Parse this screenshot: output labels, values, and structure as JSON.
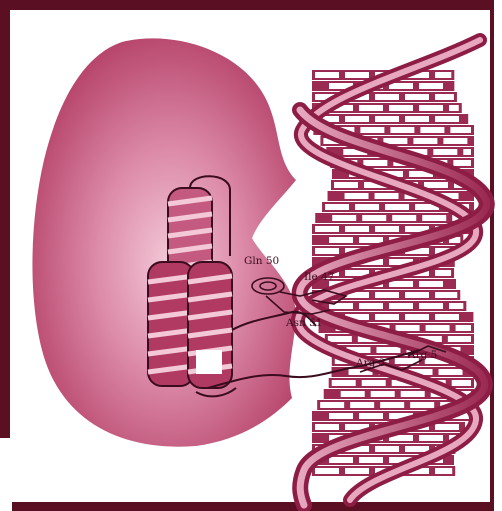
{
  "labels": {
    "gln50": "Gln 50",
    "ile47": "Ile 47",
    "asn51": "Asn 51",
    "arg3": "Arg 3",
    "arg5": "Arg 5"
  },
  "colors": {
    "frame": "#5a0f22",
    "protein_edge": "#b13a62",
    "protein_center": "#f2c6d5",
    "dna_backbone": "#8d1d45",
    "dna_backbone_light": "#e7a8bf",
    "base_pair": "#ffffff",
    "outline": "#3a0c1e"
  }
}
